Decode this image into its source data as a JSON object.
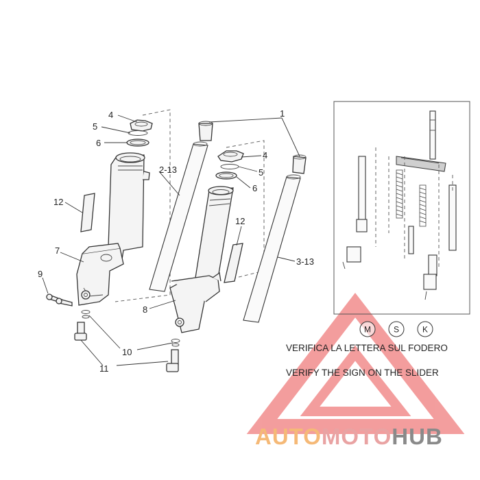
{
  "callouts": {
    "c1": "1",
    "c2": "2-13",
    "c3": "3-13",
    "c4a": "4",
    "c4b": "4",
    "c5a": "5",
    "c5b": "5",
    "c6a": "6",
    "c6b": "6",
    "c7": "7",
    "c8": "8",
    "c9": "9",
    "c10": "10",
    "c11": "11",
    "c12a": "12",
    "c12b": "12"
  },
  "variants": {
    "m": "M",
    "s": "S",
    "k": "K"
  },
  "notes": {
    "italian": "VERIFICA LA LETTERA SUL FODERO",
    "english": "VERIFY THE SIGN ON THE SLIDER"
  },
  "watermark": {
    "part1": "AUTO",
    "part2": "MOTO",
    "part3": "HUB",
    "color1": "#f5b977",
    "color2": "#e9a3a3",
    "color3": "#8a8a8a"
  },
  "colors": {
    "triangle": "#ef7d7d",
    "line": "#333333"
  }
}
